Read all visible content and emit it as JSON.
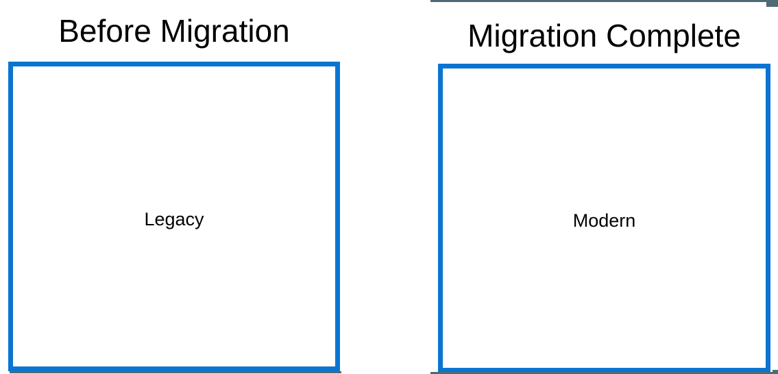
{
  "panels": [
    {
      "title": "Before Migration",
      "label": "Legacy"
    },
    {
      "title": "Migration Complete",
      "label": "Modern"
    }
  ],
  "colors": {
    "box_border": "#0b74d1",
    "edge_accent": "#4e6a74",
    "text": "#000000",
    "background": "#ffffff"
  }
}
